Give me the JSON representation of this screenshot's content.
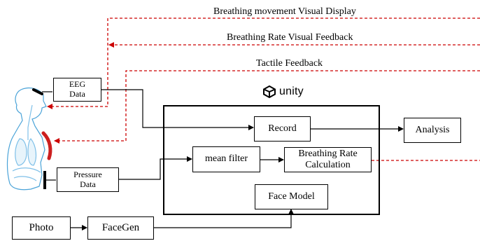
{
  "feedback": {
    "movement_display": "Breathing movement Visual Display",
    "rate_feedback": "Breathing Rate Visual Feedback",
    "tactile": "Tactile Feedback"
  },
  "inputs": {
    "eeg_line1": "EEG",
    "eeg_line2": "Data",
    "pressure_line1": "Pressure",
    "pressure_line2": "Data",
    "photo": "Photo",
    "facegen": "FaceGen"
  },
  "unity": {
    "logo_text": "unity",
    "record": "Record",
    "mean_filter": "mean filter",
    "rate_calc_line1": "Breathing Rate",
    "rate_calc_line2": "Calculation",
    "face_model": "Face Model"
  },
  "analysis": "Analysis",
  "colors": {
    "feedback_line": "#cc0000",
    "outline": "#000000",
    "body_outline": "#4aa3d8",
    "chest_belt": "#cc1f1f"
  }
}
